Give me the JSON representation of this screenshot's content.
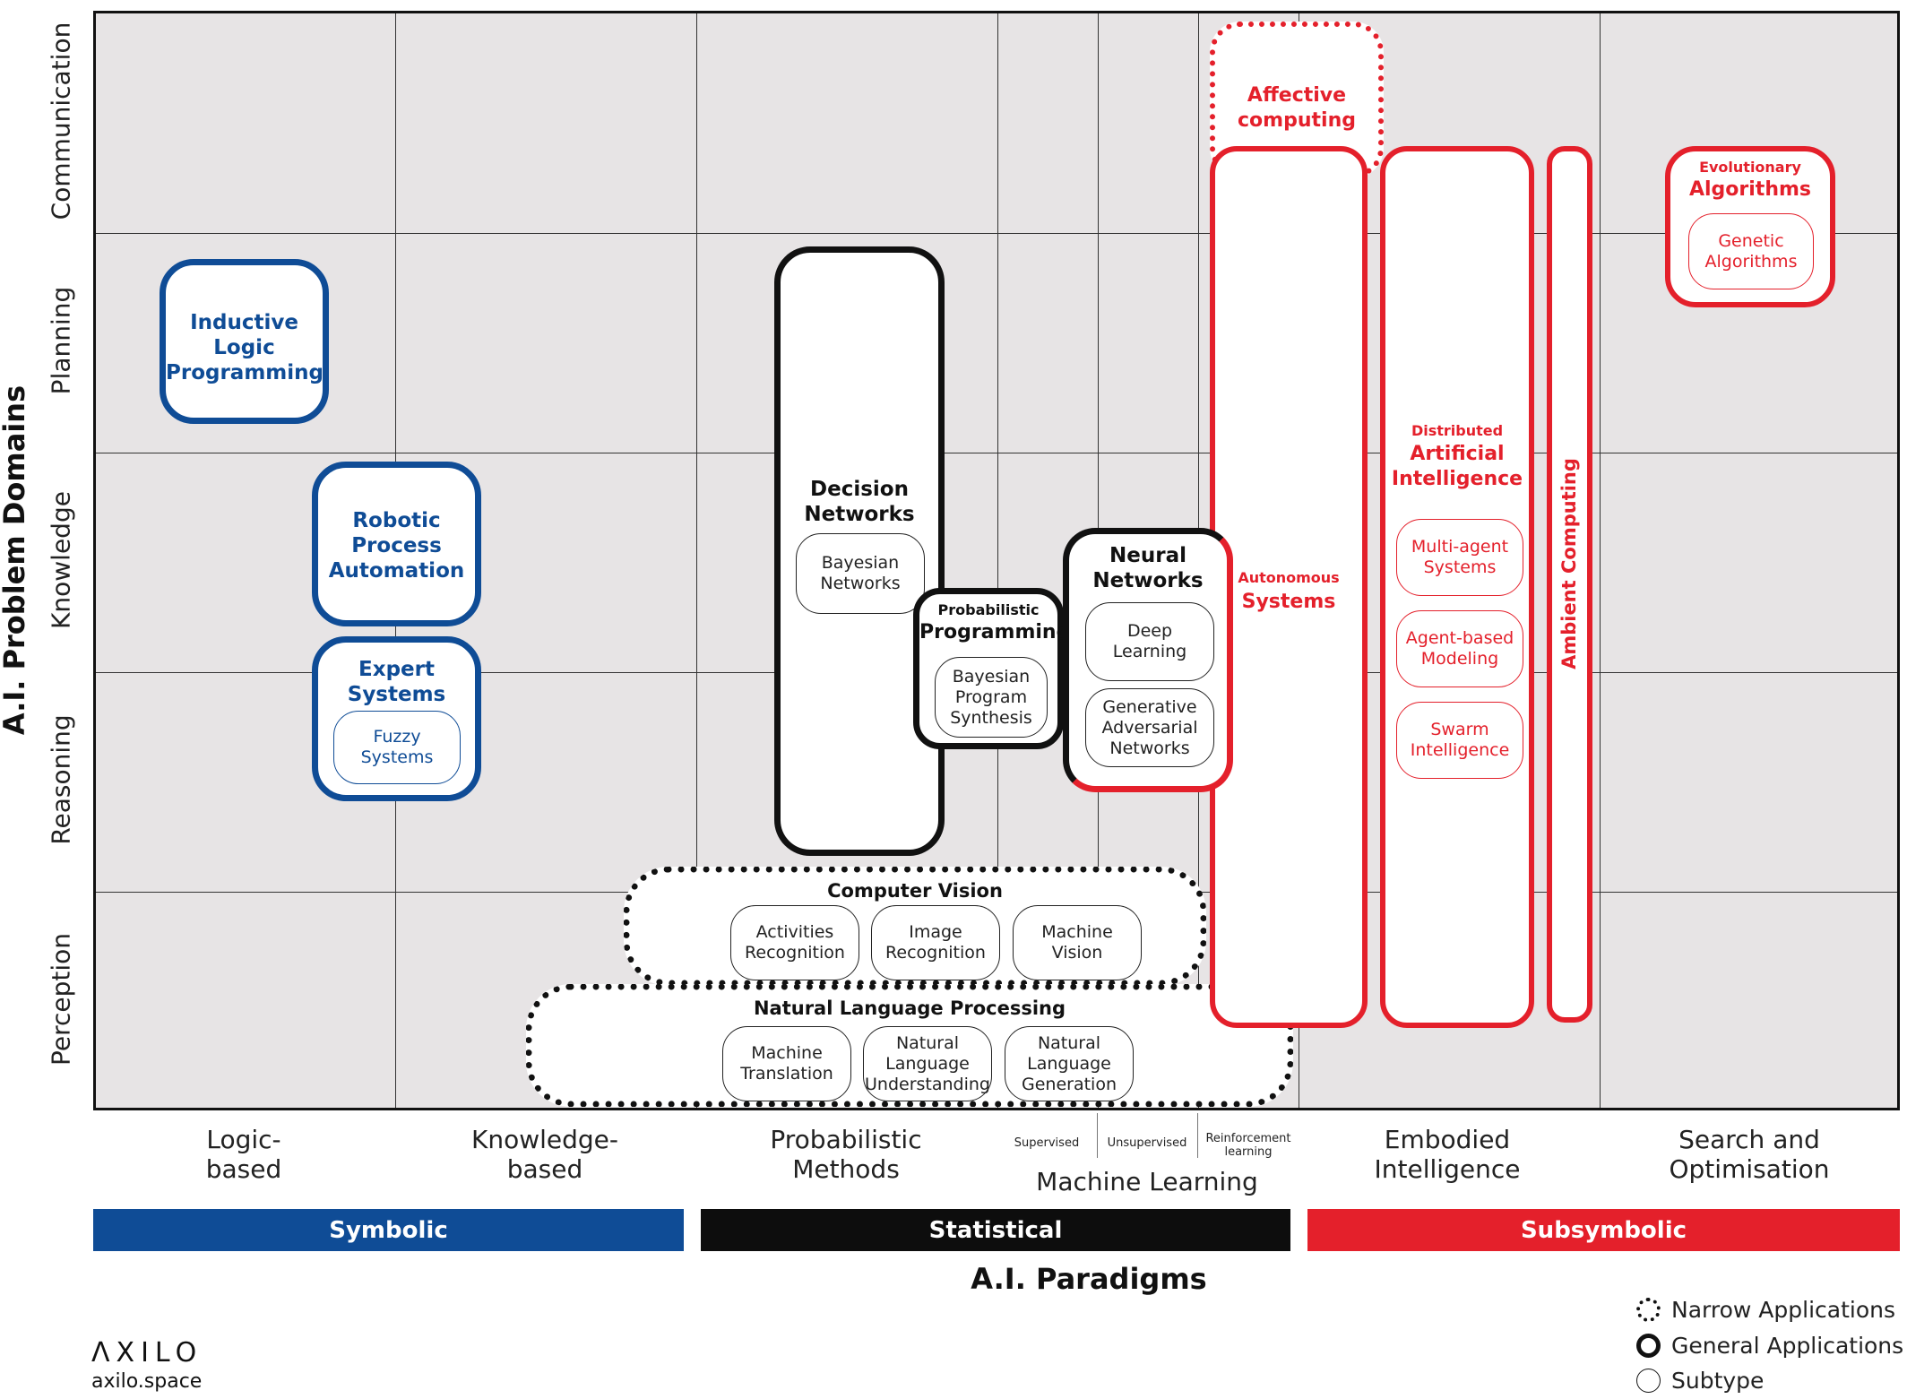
{
  "y_axis": {
    "title": "A.I. Problem Domains",
    "labels": [
      "Communication",
      "Planning",
      "Knowledge",
      "Reasoning",
      "Perception"
    ]
  },
  "x_axis": {
    "title": "A.I. Paradigms",
    "labels": [
      "Logic-\nbased",
      "Knowledge-\nbased",
      "Probabilistic\nMethods",
      "Embodied\nIntelligence",
      "Search and\nOptimisation"
    ],
    "machine_learning": {
      "label": "Machine Learning",
      "subs": [
        "Supervised",
        "Unsupervised",
        "Reinforcement\nlearning"
      ]
    }
  },
  "bands": [
    {
      "label": "Symbolic",
      "color": "#0f4c96"
    },
    {
      "label": "Statistical",
      "color": "#0d0d0d"
    },
    {
      "label": "Subsymbolic",
      "color": "#e4202b"
    }
  ],
  "boxes": {
    "ilp": {
      "title": "Inductive\nLogic\nProgramming"
    },
    "rpa": {
      "title": "Robotic\nProcess\nAutomation"
    },
    "expert": {
      "title": "Expert\nSystems",
      "subs": [
        "Fuzzy\nSystems"
      ]
    },
    "decision": {
      "title": "Decision\nNetworks",
      "subs": [
        "Bayesian\nNetworks"
      ]
    },
    "probprog": {
      "small": "Probabilistic",
      "title": "Programming",
      "subs": [
        "Bayesian\nProgram\nSynthesis"
      ]
    },
    "neural": {
      "title": "Neural\nNetworks",
      "subs": [
        "Deep\nLearning",
        "Generative\nAdversarial\nNetworks"
      ]
    },
    "cv": {
      "title": "Computer Vision",
      "subs": [
        "Activities\nRecognition",
        "Image\nRecognition",
        "Machine\nVision"
      ]
    },
    "nlp": {
      "title": "Natural Language Processing",
      "subs": [
        "Machine\nTranslation",
        "Natural\nLanguage\nUnderstanding",
        "Natural\nLanguage\nGeneration"
      ]
    },
    "affective": {
      "title": "Affective\ncomputing"
    },
    "autonomous": {
      "small": "Autonomous",
      "title": "Systems"
    },
    "dai": {
      "small": "Distributed",
      "title": "Artificial\nIntelligence",
      "subs": [
        "Multi-agent\nSystems",
        "Agent-based\nModeling",
        "Swarm\nIntelligence"
      ]
    },
    "ambient": {
      "title": "Ambient Computing"
    },
    "evo": {
      "small": "Evolutionary",
      "title": "Algorithms",
      "subs": [
        "Genetic\nAlgorithms"
      ]
    }
  },
  "legend": [
    {
      "label": "Narrow Applications",
      "style": "dotted"
    },
    {
      "label": "General Applications",
      "style": "thick"
    },
    {
      "label": "Subtype",
      "style": "thin"
    }
  ],
  "logo": {
    "name": "ΛXILO",
    "url": "axilo.space"
  }
}
